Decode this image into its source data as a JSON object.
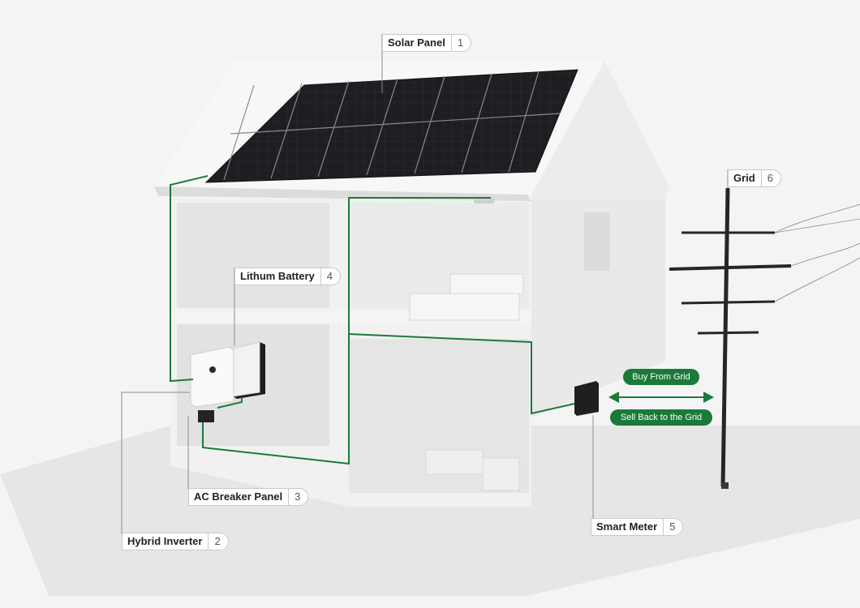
{
  "colors": {
    "wire": "#1c7a3c",
    "pill_bg": "#1b7a3a",
    "house": "#ececec",
    "panel": "#1c1d20"
  },
  "callouts": {
    "solar_panel": {
      "label": "Solar Panel",
      "num": "1"
    },
    "hybrid_inverter": {
      "label": "Hybrid Inverter",
      "num": "2"
    },
    "ac_breaker_panel": {
      "label": "AC Breaker Panel",
      "num": "3"
    },
    "lithium_battery": {
      "label": "Lithum Battery",
      "num": "4"
    },
    "smart_meter": {
      "label": "Smart Meter",
      "num": "5"
    },
    "grid": {
      "label": "Grid",
      "num": "6"
    }
  },
  "flow": {
    "buy": "Buy From Grid",
    "sell": "Sell Back to the Grid"
  }
}
